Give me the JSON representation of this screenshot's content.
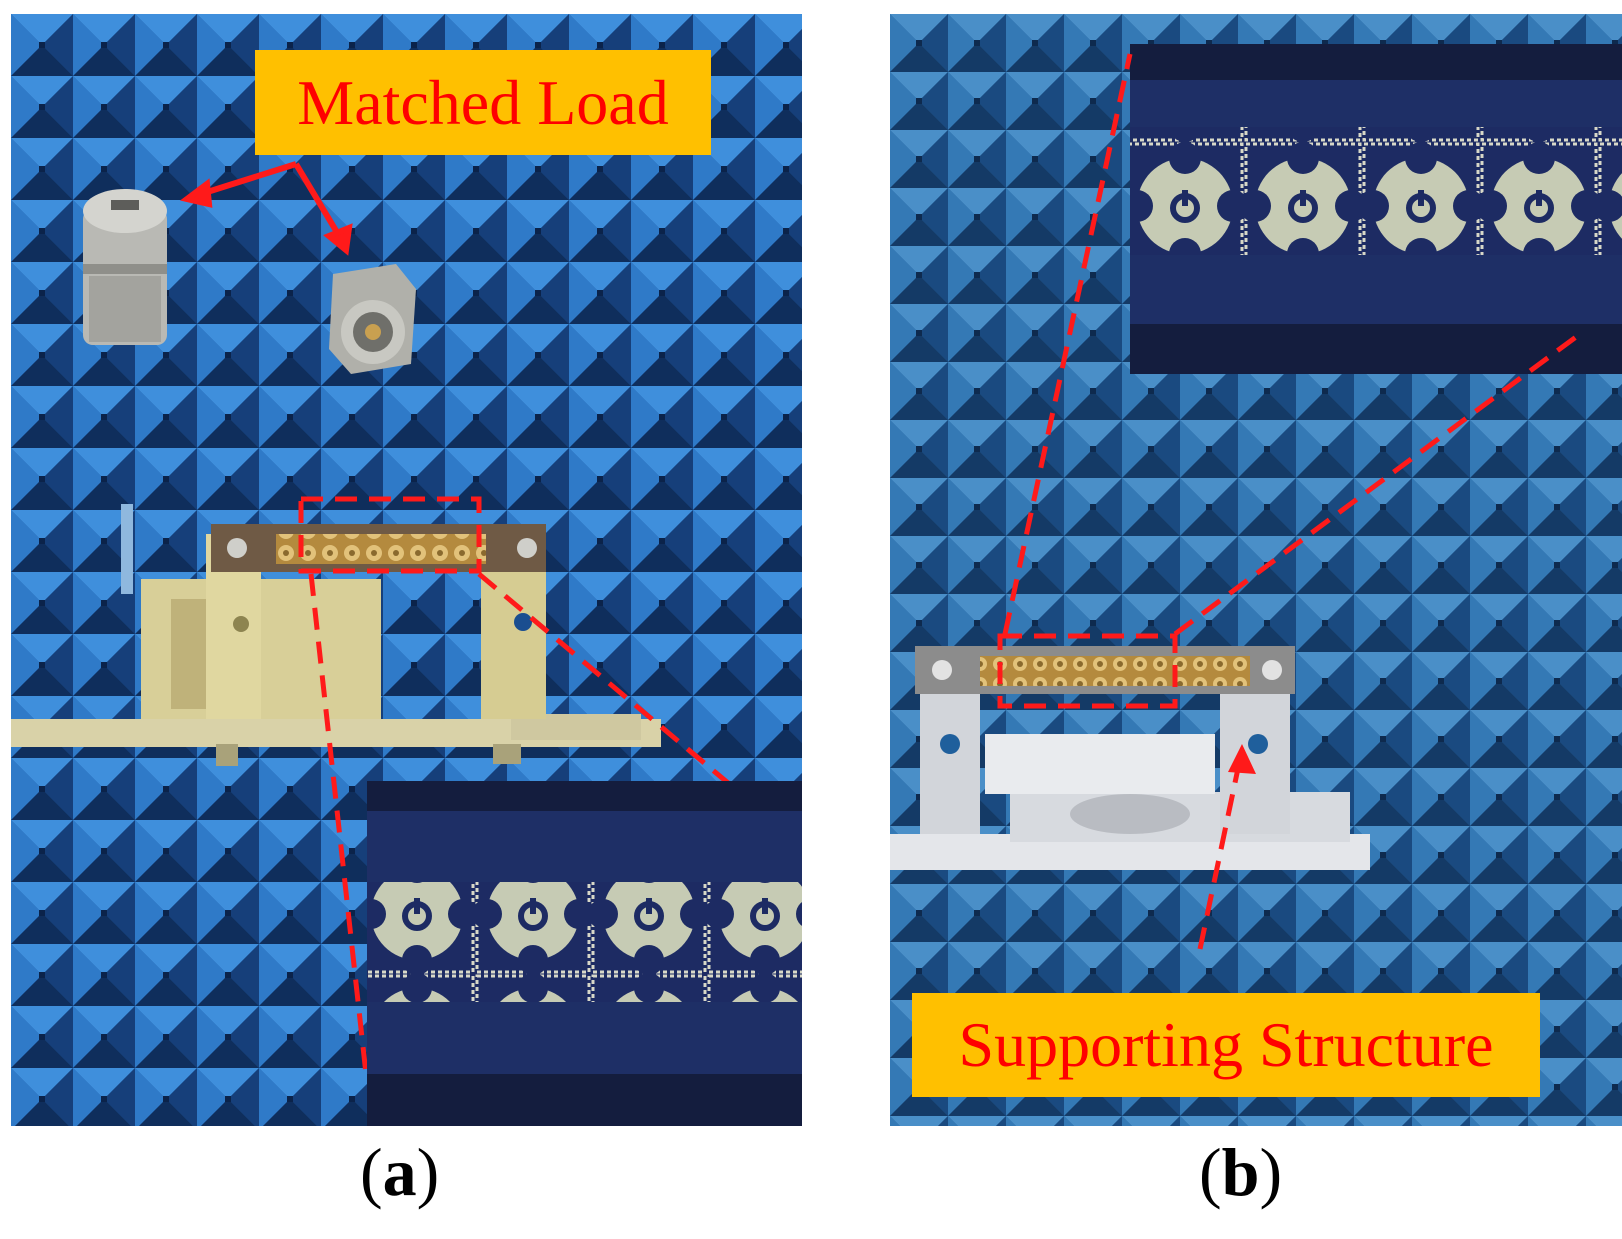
{
  "figure": {
    "panel_a": {
      "callout": "Matched Load",
      "sublabel": {
        "open": "(",
        "letter": "a",
        "close": ")"
      }
    },
    "panel_b": {
      "callout": "Supporting Structure",
      "sublabel": {
        "open": "(",
        "letter": "b",
        "close": ")"
      }
    }
  },
  "colors": {
    "callout_fill": "#ffc000",
    "callout_text": "#ff0000",
    "annotation_red": "#ff1a1a",
    "chamber_blue": "#1a5fa8",
    "substrate_navy": "#1e2f66",
    "metal_pattern": "#c9cfb8"
  }
}
